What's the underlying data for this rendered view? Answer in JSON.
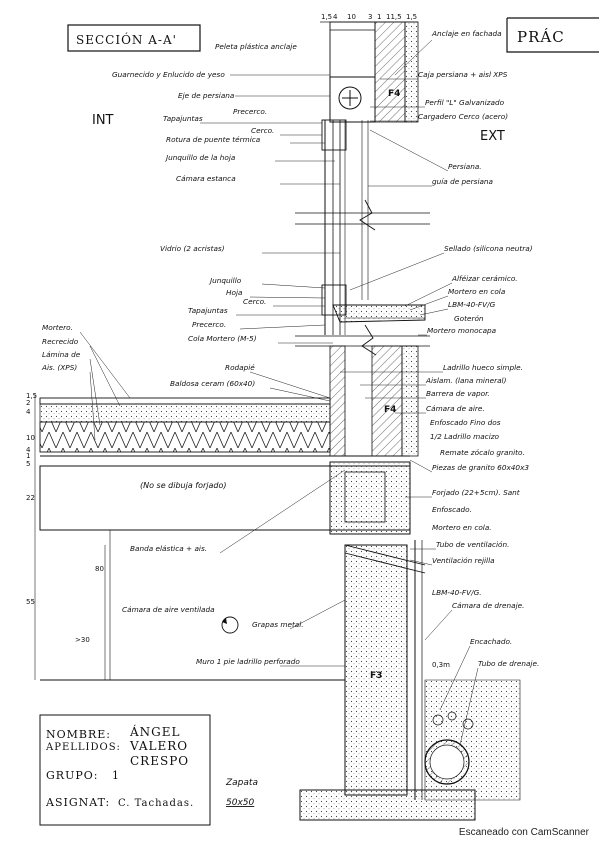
{
  "header": {
    "section_title": "SECCIÓN A-A'",
    "practice_title": "PRÁC"
  },
  "sides": {
    "interior": "INT",
    "exterior": "EXT"
  },
  "labels_left": [
    "Peleta plástica anclaje",
    "Guarnecido y Enlucido de yeso",
    "Eje de persiana",
    "Tapajuntas",
    "Precerco.",
    "Cerco.",
    "Rotura de puente térmica",
    "Junquillo de la hoja",
    "Cámara estanca",
    "Vidrio (2 acristas)",
    "Junquillo",
    "Hoja",
    "Cerco.",
    "Tapajuntas",
    "Precerco.",
    "Cola Mortero (M-5)",
    "Rodapié",
    "Baldosa ceram (60x40)",
    "Mortero.",
    "Recrecido",
    "Lámina de",
    "Ais. (XPS)",
    "(No se dibuja forjado)",
    "Banda elástica + ais.",
    "Cámara de aire ventilada",
    "Grapas metal.",
    "Muro 1 pie ladrillo perforado"
  ],
  "labels_right": [
    "Anclaje en fachada",
    "Caja persiana + aisl XPS",
    "Perfil \"L\" Galvanizado",
    "Cargadero Cerco (acero)",
    "Persiana.",
    "guía de persiana",
    "Sellado (silicona neutra)",
    "Alféizar cerámico.",
    "Mortero en cola",
    "LBM-40-FV/G",
    "Goterón",
    "Mortero monocapa",
    "Ladrillo hueco simple.",
    "Aislam. (lana mineral)",
    "Barrera de vapor.",
    "Cámara de aire.",
    "Enfoscado Fino dos",
    "1/2 Ladrillo macizo",
    "Remate zócalo granito.",
    "Piezas de granito 60x40x3",
    "Forjado (22+5cm). Sant",
    "Enfoscado.",
    "Mortero en cola.",
    "Tubo de ventilación.",
    "Ventilación rejilla",
    "LBM-40-FV/G.",
    "Cámara de drenaje.",
    "Encachado.",
    "Tubo de drenaje."
  ],
  "markers": [
    "F4",
    "F4",
    "F3"
  ],
  "dimensions": {
    "top": [
      "1,5",
      "4",
      "10",
      "3",
      "1",
      "11,5",
      "1,5"
    ],
    "left_small": [
      "1,5",
      "2",
      "4",
      "10",
      "4",
      "1"
    ],
    "left_big": [
      "5",
      "22",
      "55",
      "80",
      ">30"
    ],
    "bottom": "0,3m"
  },
  "footing": {
    "label": "Zapata",
    "size": "50x50"
  },
  "name_block": {
    "name_label": "NOMBRE:",
    "name_value": "ÁNGEL",
    "surname_label": "APELLIDOS:",
    "surname_value_1": "VALERO",
    "surname_value_2": "CRESPO",
    "group_label": "GRUPO:",
    "group_value": "1",
    "subject_label": "ASIGNAT:",
    "subject_value": "C. Tachadas."
  },
  "footer": "Escaneado con CamScanner"
}
